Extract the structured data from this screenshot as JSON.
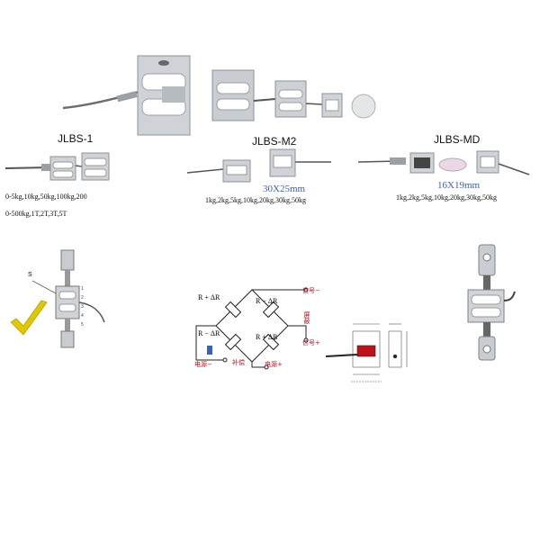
{
  "colors": {
    "steel": "#c8ccd1",
    "steel_dark": "#8d9399",
    "cable": "#4a4a4a",
    "dim_blue": "#3a62b8",
    "wire_red": "#c0101a",
    "check_yellow": "#e0c800"
  },
  "products": [
    {
      "model": "JLBS-1",
      "spec_lines": [
        "0-5kg,10kg,50kg,100kg,200",
        "0-500kg,1T,2T,3T,5T"
      ]
    },
    {
      "model": "JLBS-M2",
      "size": "30X25mm",
      "spec_lines": [
        "1kg,2kg,5kg,10kg,20kg,30kg,50kg"
      ]
    },
    {
      "model": "JLBS-MD",
      "size": "16X19mm",
      "spec_lines": [
        "1kg,2kg,5kg,10kg,20kg,30kg,50kg"
      ]
    }
  ],
  "bridge": {
    "arm_labels": [
      "R + ΔR",
      "R − ΔR",
      "R − ΔR",
      "R + ΔR"
    ],
    "terminals": {
      "signal_minus": "信号−",
      "signal_plus": "信号+",
      "shield": "屏蔽",
      "power_minus": "电源−",
      "power_plus": "电源+",
      "compensation": "补偿"
    }
  },
  "install": {
    "mark_s": "S"
  }
}
